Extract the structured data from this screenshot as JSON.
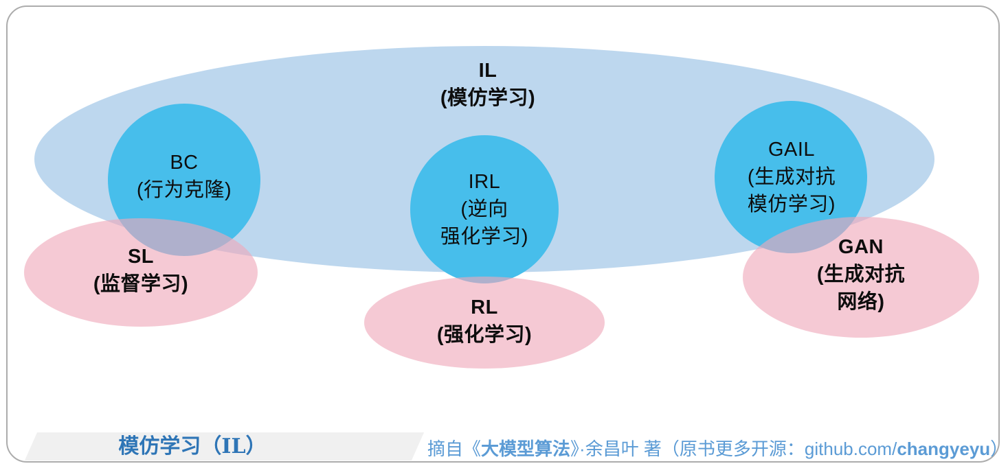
{
  "colors": {
    "il_fill": "#BDD7EE",
    "circle_fill": "#47BEEB",
    "pink_fill": "rgba(239,168,186,0.62)",
    "label_text": "#0D0D0D",
    "caption_title_blue": "#2E75B6",
    "attribution_blue": "#5B9BD5",
    "band_gray": "#F0F0F0",
    "frame_border_gray": "#ACACAC"
  },
  "diagram": {
    "il": {
      "abbr": "IL",
      "line2": "(模仿学习)"
    },
    "bc": {
      "abbr": "BC",
      "line2": "(行为克隆)"
    },
    "irl": {
      "abbr": "IRL",
      "line2": "(逆向",
      "line3": "强化学习)"
    },
    "gail": {
      "abbr": "GAIL",
      "line2": "(生成对抗",
      "line3": "模仿学习)"
    },
    "sl": {
      "abbr": "SL",
      "line2": "(监督学习)"
    },
    "rl": {
      "abbr": "RL",
      "line2": "(强化学习)"
    },
    "gan": {
      "abbr": "GAN",
      "line2": "(生成对抗",
      "line3": "网络)"
    }
  },
  "caption": {
    "title": "模仿学习（IL）",
    "attribution": {
      "seg1": "摘自《",
      "seg2": "大模型算法",
      "seg3": "》·余昌叶 著（原书更多开源：github.com/",
      "seg4": "changyeyu",
      "seg5": "）"
    }
  }
}
